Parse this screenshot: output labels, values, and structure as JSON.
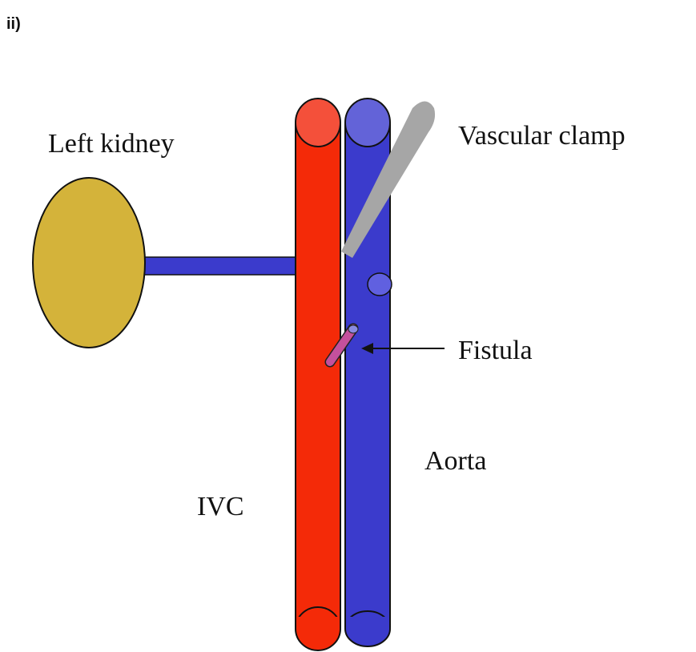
{
  "panel_label": "ii)",
  "labels": {
    "left_kidney": "Left kidney",
    "vascular_clamp": "Vascular clamp",
    "fistula": "Fistula",
    "aorta": "Aorta",
    "ivc": "IVC"
  },
  "colors": {
    "kidney": "#d4b33a",
    "red_vessel": "#f42a08",
    "red_vessel_top": "#f4503a",
    "blue_vessel": "#3b3bcc",
    "blue_vessel_top": "#6363d8",
    "renal_vein": "#3b3bcc",
    "clamp": "#a6a6a6",
    "fistula": "#c4509c",
    "fistula_end": "#8a8ae0",
    "circle": "#6060e0"
  }
}
